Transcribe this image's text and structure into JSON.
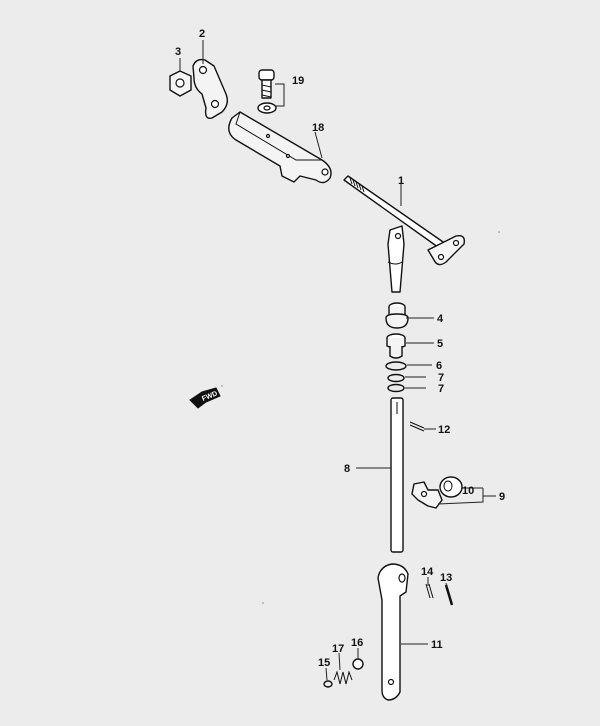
{
  "labels": {
    "p1": "1",
    "p2": "2",
    "p3": "3",
    "p4": "4",
    "p5": "5",
    "p6": "6",
    "p7a": "7",
    "p7b": "7",
    "p8": "8",
    "p9": "9",
    "p10": "10",
    "p11": "11",
    "p12": "12",
    "p13": "13",
    "p14": "14",
    "p15": "15",
    "p16": "16",
    "p17": "17",
    "p18": "18",
    "p19": "19"
  },
  "fwd_marker": "FWD",
  "colors": {
    "background": "#ececec",
    "line": "#111111"
  }
}
